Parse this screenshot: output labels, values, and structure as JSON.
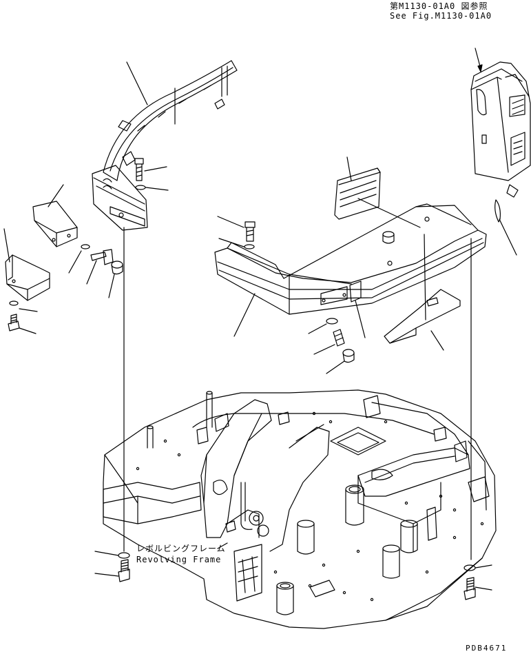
{
  "annotations": {
    "reference_jp": "第M1130-01A0 図参照",
    "reference_en": "See Fig.M1130-01A0",
    "frame_jp": "レボルビングフレーム",
    "frame_en": "Revolving Frame",
    "drawing_code": "PDB4671"
  },
  "colors": {
    "line": "#000000",
    "background": "#ffffff"
  }
}
